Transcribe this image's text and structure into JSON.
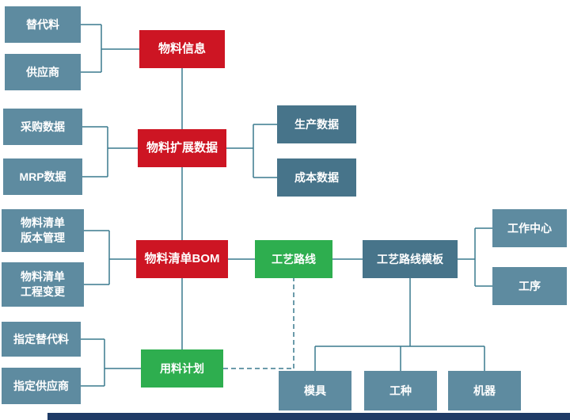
{
  "diagram": {
    "colors": {
      "node_teal": "#5e8ba0",
      "node_teal_dark": "#47748a",
      "node_red": "#cd1523",
      "node_green": "#2eae4f",
      "connector": "#3a7a8e",
      "footer_bar": "#1f3b66"
    },
    "nodes": {
      "substitute": {
        "label": "替代料"
      },
      "supplier": {
        "label": "供应商"
      },
      "purchase_data": {
        "label": "采购数据"
      },
      "mrp_data": {
        "label": "MRP数据"
      },
      "bom_version": {
        "label": "物料清单\n版本管理"
      },
      "bom_change": {
        "label": "物料清单\n工程变更"
      },
      "designated_substitute": {
        "label": "指定替代料"
      },
      "designated_supplier": {
        "label": "指定供应商"
      },
      "material_info": {
        "label": "物料信息"
      },
      "material_extended": {
        "label": "物料扩展数据"
      },
      "bom": {
        "label": "物料清单BOM"
      },
      "usage_plan": {
        "label": "用料计划"
      },
      "process_route": {
        "label": "工艺路线"
      },
      "production_data": {
        "label": "生产数据"
      },
      "cost_data": {
        "label": "成本数据"
      },
      "route_template": {
        "label": "工艺路线模板"
      },
      "work_center": {
        "label": "工作中心"
      },
      "operation": {
        "label": "工序"
      },
      "mold": {
        "label": "模具"
      },
      "work_type": {
        "label": "工种"
      },
      "machine": {
        "label": "机器"
      }
    }
  }
}
